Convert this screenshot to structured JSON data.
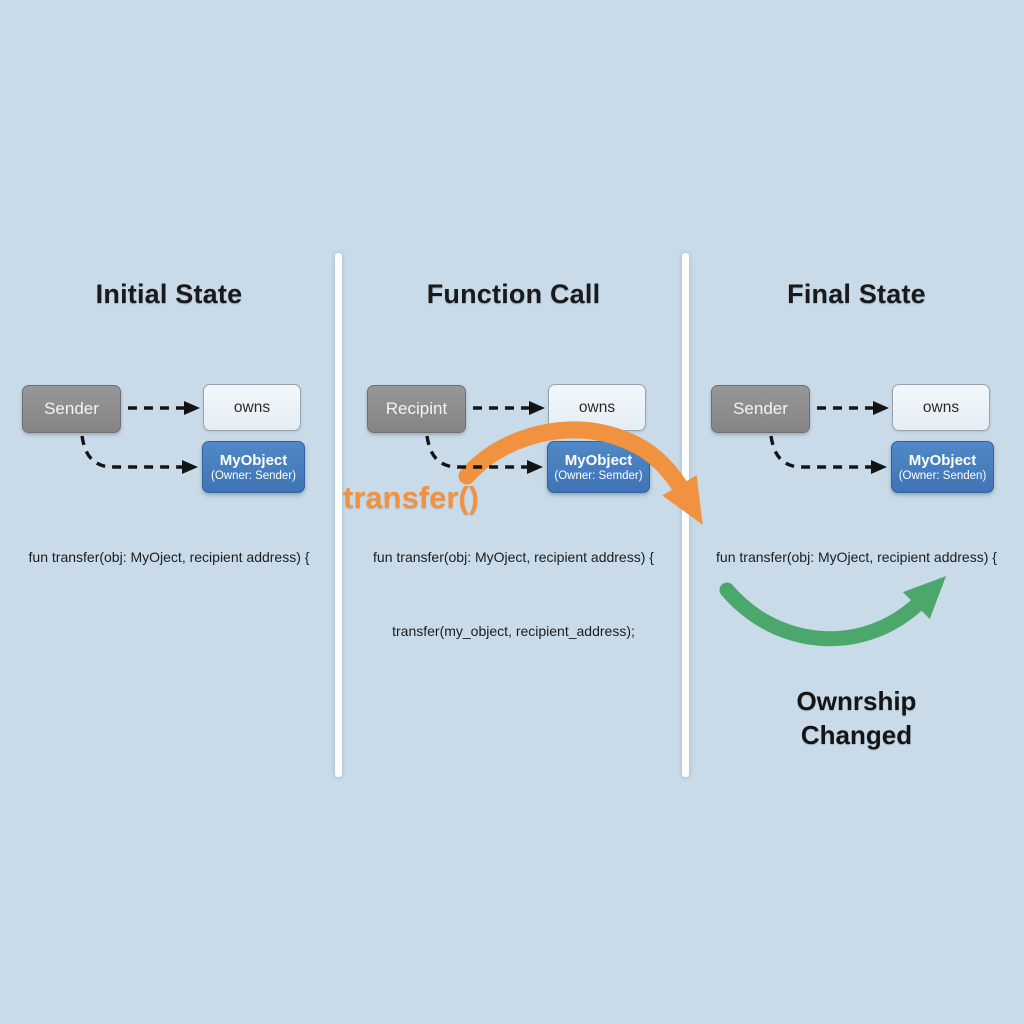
{
  "colors": {
    "background": "#c9dbe9",
    "panel_divider": "#ffffff",
    "actor_box_gray": "#8c8c8c",
    "owns_box_light": "#edf3f8",
    "object_box_blue": "#4077be",
    "transfer_accent_orange": "#f0923f",
    "ownership_changed_green": "#4ca76d",
    "text_dark": "#1d1d1d"
  },
  "icons": {
    "owns-arrow-icon": "black dashed arrow (→)",
    "ownership-arrow-icon": "black dashed curved arrow (⇢)",
    "transfer-arrow-icon": "orange curved arrow (↷)",
    "ownership-changed-arrow-icon": "green curved arrow (⤴)"
  },
  "panels": [
    {
      "title": "Initial State",
      "actor_label": "Sender",
      "owns_label": "owns",
      "object_title": "MyObject",
      "object_subtitle": "(Owner: Sender)",
      "code_line": "fun transfer(obj: MyOject, recipient address) {"
    },
    {
      "title": "Function Call",
      "actor_label": "Recipint",
      "owns_label": "owns",
      "object_title": "MyObject",
      "object_subtitle": "(Owner: Semder)",
      "transfer_label": "transfer()",
      "code_line": "fun transfer(obj: MyOject, recipient address) {",
      "call_line": "transfer(my_object, recipient_address);"
    },
    {
      "title": "Final State",
      "actor_label": "Sender",
      "owns_label": "owns",
      "object_title": "MyObject",
      "object_subtitle": "(Owner: Senden)",
      "code_line": "fun transfer(obj: MyOject, recipient address) {",
      "status_line1": "Ownrship",
      "status_line2": "Changed"
    }
  ]
}
